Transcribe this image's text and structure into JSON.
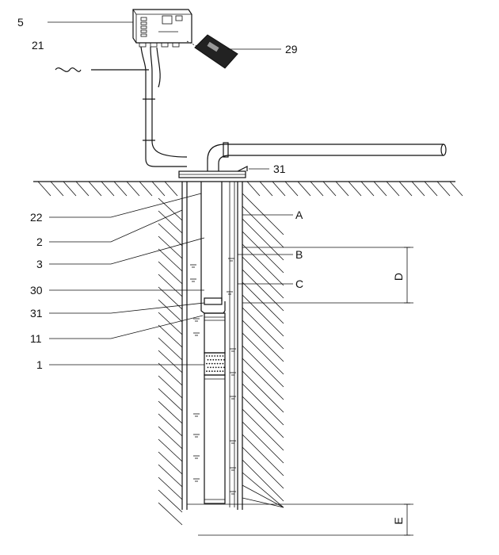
{
  "diagram": {
    "colors": {
      "line": "#111111",
      "background": "#ffffff"
    },
    "left_labels": [
      {
        "id": "lbl-5",
        "text": "5"
      },
      {
        "id": "lbl-21",
        "text": "21"
      },
      {
        "id": "lbl-22",
        "text": "22"
      },
      {
        "id": "lbl-2",
        "text": "2"
      },
      {
        "id": "lbl-3",
        "text": "3"
      },
      {
        "id": "lbl-30",
        "text": "30"
      },
      {
        "id": "lbl-31b",
        "text": "31"
      },
      {
        "id": "lbl-11",
        "text": "11"
      },
      {
        "id": "lbl-1",
        "text": "1"
      }
    ],
    "right_labels": [
      {
        "id": "lbl-29",
        "text": "29"
      },
      {
        "id": "lbl-31a",
        "text": "31"
      },
      {
        "id": "lbl-A",
        "text": "A"
      },
      {
        "id": "lbl-B",
        "text": "B"
      },
      {
        "id": "lbl-C",
        "text": "C"
      }
    ],
    "dimension_labels": [
      {
        "id": "dim-D",
        "text": "D"
      },
      {
        "id": "dim-E",
        "text": "E"
      }
    ],
    "icons": [
      "controller-box-icon",
      "remote-control-icon",
      "pump-icon",
      "pipe-icon",
      "cable-icon"
    ]
  }
}
